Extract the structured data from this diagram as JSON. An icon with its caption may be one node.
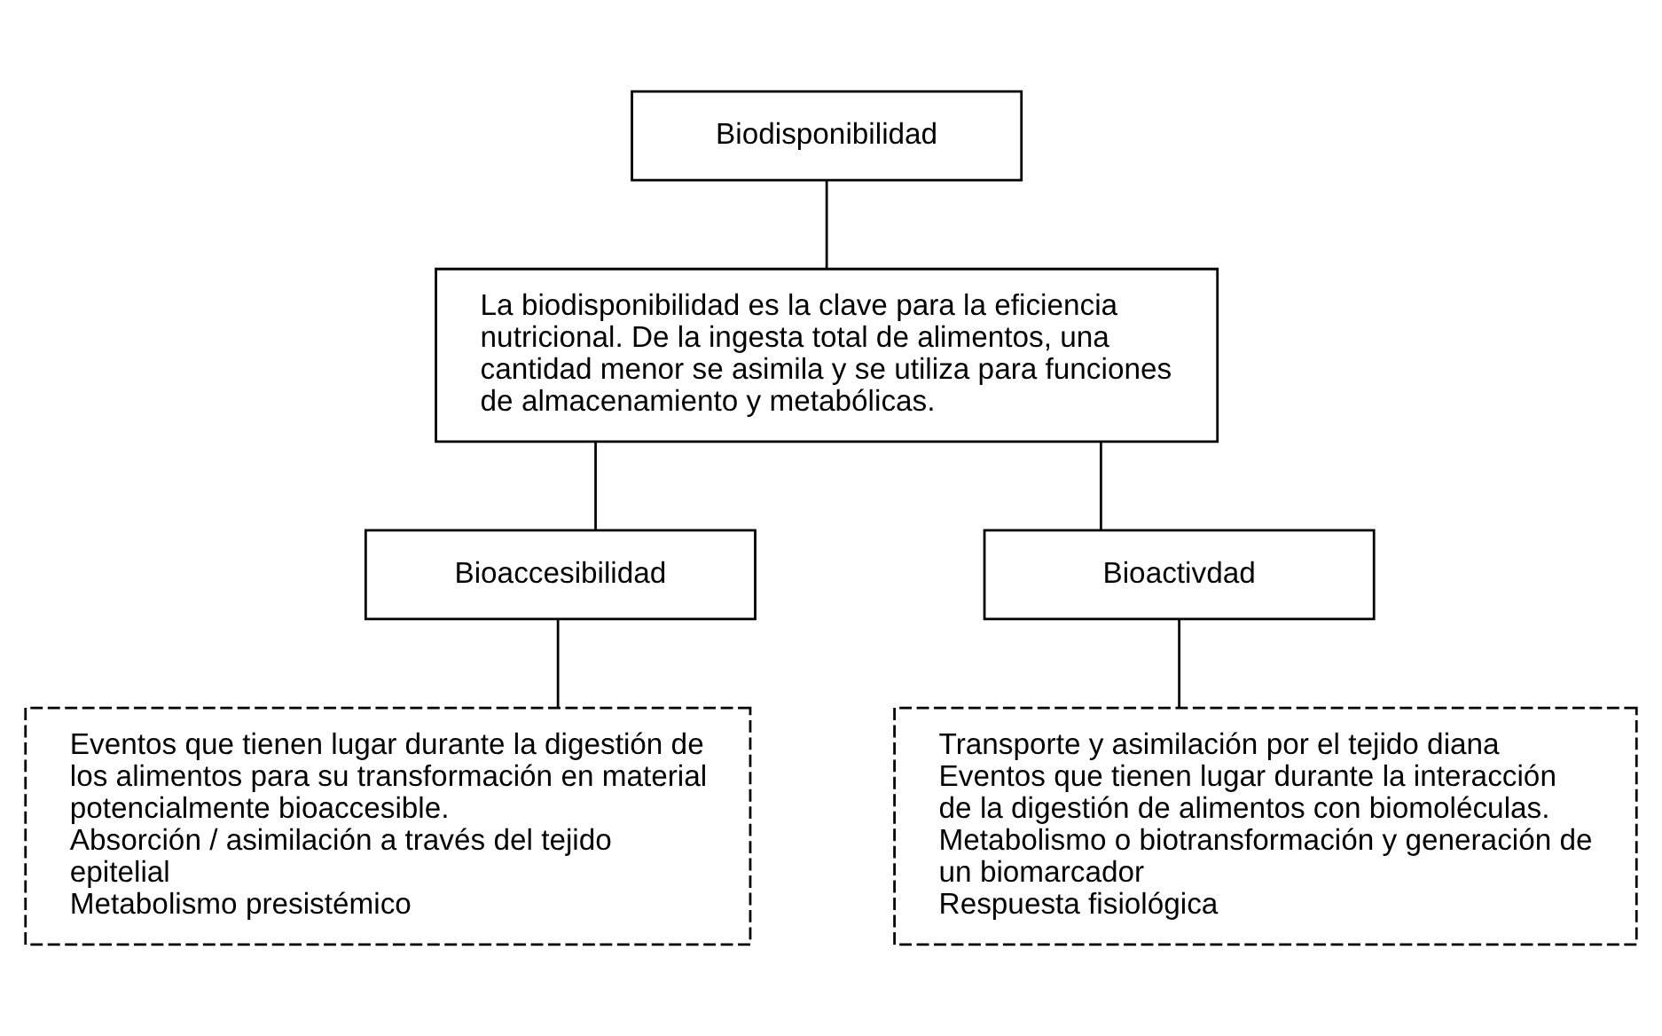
{
  "diagram": {
    "nodes": [
      {
        "text": [
          "Biodisponibilidad"
        ]
      },
      {
        "text": [
          "La biodisponibilidad es la clave para la eficiencia nutricional. De la ingesta total de alimentos, una cantidad menor se asimila y se utiliza para funciones de almacenamiento y metabólicas."
        ]
      },
      {
        "text": [
          "Bioaccesibilidad"
        ]
      },
      {
        "text": [
          "Bioactivdad"
        ]
      },
      {
        "text": [
          "Eventos que tienen lugar durante la digestión de los alimentos para su transformación en material potencialmente bioaccesible.",
          "Absorción / asimilación a través del tejido epitelial",
          "Metabolismo presistémico"
        ]
      },
      {
        "text": [
          "Transporte y asimilación por el tejido diana",
          "Eventos que tienen lugar durante la interacción de la digestión de alimentos con biomoléculas.",
          "Metabolismo o biotransformación y generación de un biomarcador",
          "Respuesta fisiológica"
        ]
      }
    ],
    "edges": [
      {
        "from": 0,
        "to": 1,
        "arrow": "none"
      },
      {
        "from": 1,
        "to": 2,
        "arrow": "none"
      },
      {
        "from": 1,
        "to": 3,
        "arrow": "none"
      },
      {
        "from": 2,
        "to": 4,
        "arrow": "none"
      },
      {
        "from": 3,
        "to": 5,
        "arrow": "none"
      }
    ]
  }
}
